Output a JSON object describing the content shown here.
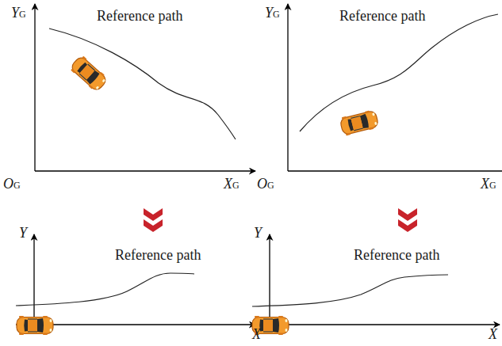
{
  "diagram": {
    "labels": [
      "YG",
      "Reference path",
      "OG",
      "XG",
      "YG",
      "Reference path",
      "OG",
      "XG",
      "Y",
      "Reference path",
      "X",
      "Y",
      "Reference path",
      "X"
    ]
  }
}
